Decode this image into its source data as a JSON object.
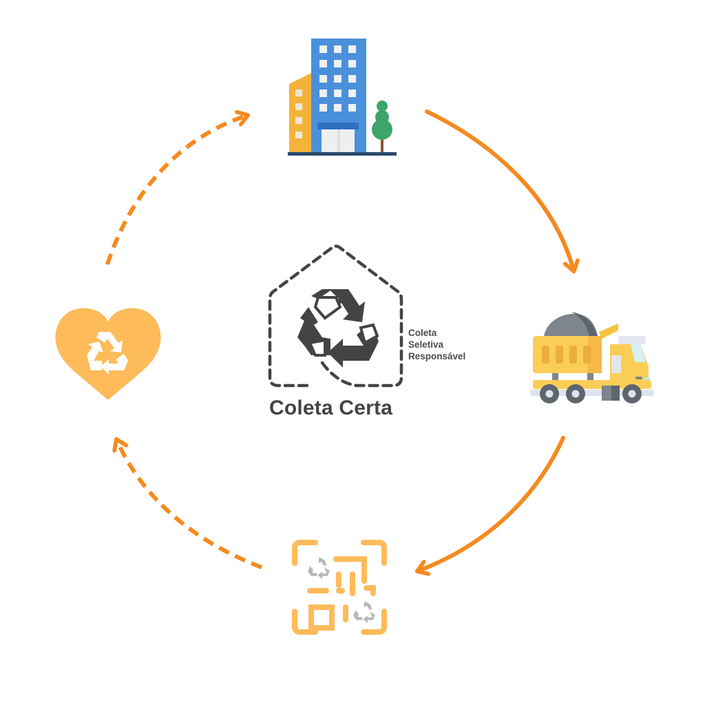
{
  "diagram": {
    "type": "cycle",
    "colors": {
      "arrow": "#F58A1F",
      "logo": "#444444",
      "accent_light": "#FDBB5A",
      "background": "#FFFFFF"
    },
    "center_logo": {
      "icon": "recycle-house-icon",
      "title": "Coleta Certa",
      "tagline": [
        "Coleta",
        "Seletiva",
        "Responsável"
      ]
    },
    "nodes": [
      {
        "id": "building",
        "icon": "office-building-icon",
        "position": "top"
      },
      {
        "id": "truck",
        "icon": "dump-truck-icon",
        "position": "right"
      },
      {
        "id": "qr",
        "icon": "recycle-qr-code-icon",
        "position": "bottom"
      },
      {
        "id": "heart",
        "icon": "recycle-heart-icon",
        "position": "left"
      }
    ],
    "edges": [
      {
        "from": "building",
        "to": "truck",
        "style": "solid"
      },
      {
        "from": "truck",
        "to": "qr",
        "style": "solid"
      },
      {
        "from": "qr",
        "to": "heart",
        "style": "dashed"
      },
      {
        "from": "heart",
        "to": "building",
        "style": "dashed"
      }
    ]
  }
}
